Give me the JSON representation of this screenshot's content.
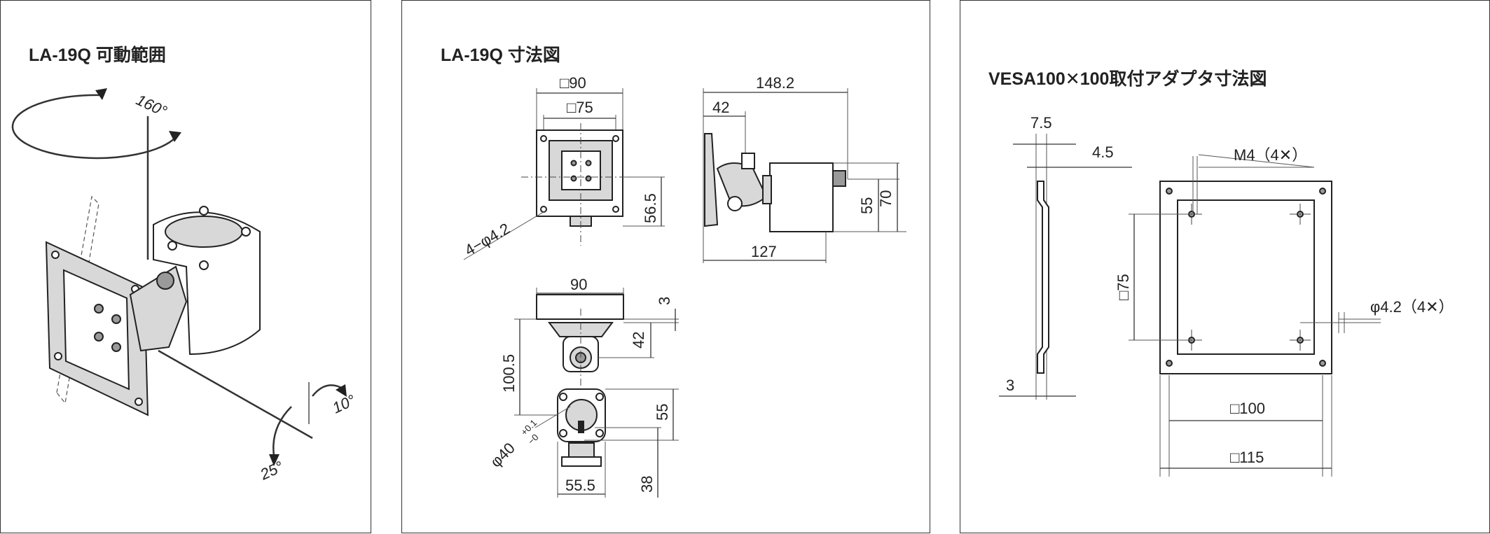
{
  "panels": {
    "movement": {
      "title": "LA-19Q 可動範囲",
      "angles": {
        "rotation": "160°",
        "tilt_up": "10°",
        "tilt_down": "25°"
      }
    },
    "dimensions": {
      "title": "LA-19Q 寸法図",
      "labels": {
        "plate_outer": "□90",
        "plate_inner": "□75",
        "hole_spec": "4−φ4.2",
        "plate_offset": "56.5",
        "side_total": "148.2",
        "side_head": "42",
        "side_body": "127",
        "side_h1": "55",
        "side_h2": "70",
        "bottom_width": "90",
        "bottom_top": "3",
        "bottom_42": "42",
        "bottom_100_5": "100.5",
        "bottom_55": "55",
        "bottom_diam": "φ40",
        "bottom_tol_upper": "+0.1",
        "bottom_tol_lower": "−0",
        "bottom_55_5": "55.5",
        "bottom_38": "38"
      }
    },
    "vesa": {
      "title": "VESA100✕100取付アダプタ寸法図",
      "labels": {
        "thickness_7_5": "7.5",
        "thickness_4_5": "4.5",
        "thickness_3": "3",
        "screw": "M4（4✕）",
        "hole": "φ4.2（4✕）",
        "inner": "□75",
        "pitch": "□100",
        "outer": "□115"
      }
    }
  }
}
